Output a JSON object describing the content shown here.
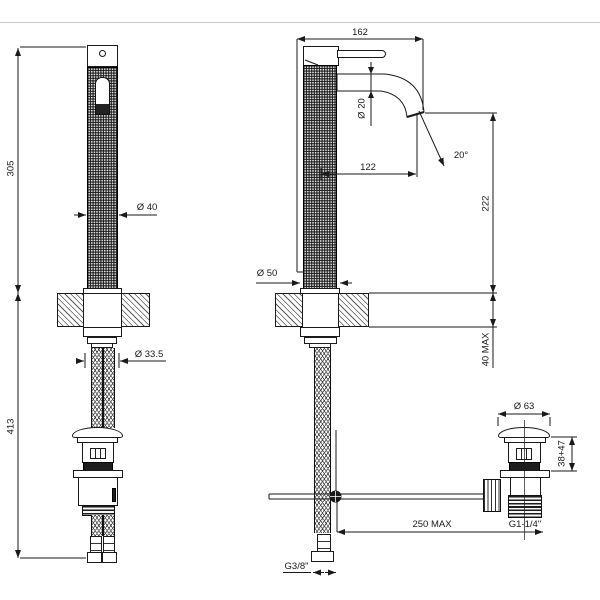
{
  "drawing": {
    "sheet_border_color": "#c9c9c9",
    "line_color": "#1a1a1a",
    "subject": "single-lever basin mixer with pop-up waste - dimensional drawing",
    "labels": {
      "height_to_deck": "305",
      "height_below_deck": "413",
      "body_diameter": "Ø 40",
      "shank_diameter": "Ø 33.5",
      "base_diameter": "Ø 50",
      "overall_depth": "162",
      "spout_tube_diameter": "Ø 20",
      "spout_projection": "122",
      "spray_angle": "20°",
      "spout_outlet_height": "222",
      "deck_thickness_max": "40 MAX",
      "waste_cap_diameter": "Ø 63",
      "waste_adjustment": "38+47",
      "rod_length_max": "250 MAX",
      "waste_thread": "G1-1/4\"",
      "hose_thread": "G3/8\""
    }
  }
}
